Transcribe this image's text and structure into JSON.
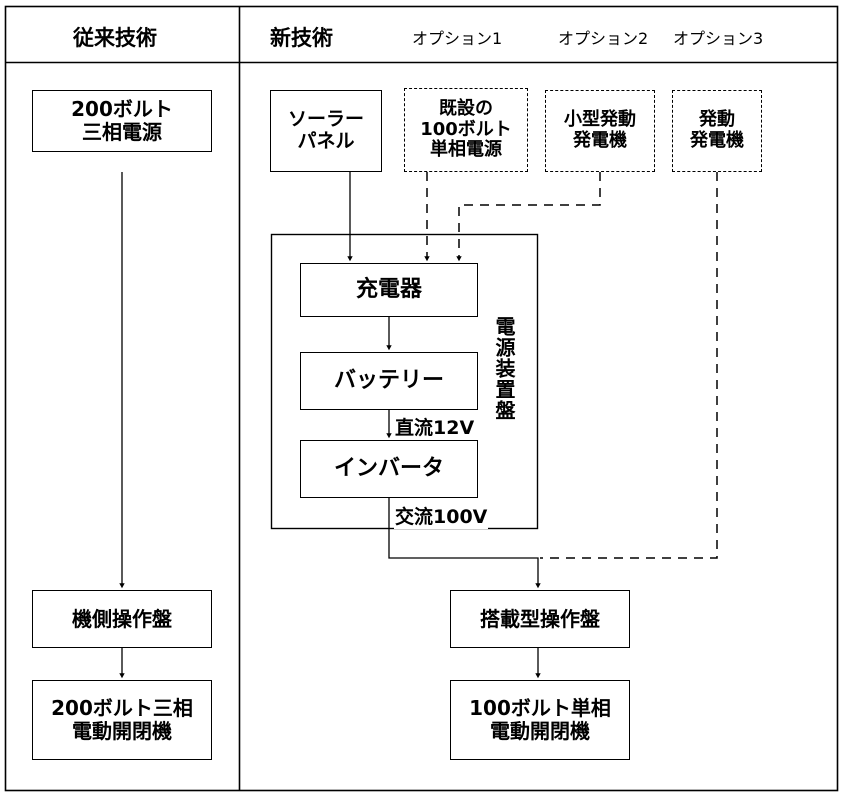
{
  "diagram": {
    "title_columns": {
      "legacy": "従来技術",
      "new": "新技術",
      "option1": "オプション1",
      "option2": "オプション2",
      "option3": "オプション3"
    },
    "legacy_nodes": [
      {
        "id": "power200",
        "label": "200ボルト\n三相電源",
        "style": "solid"
      },
      {
        "id": "machine-panel",
        "label": "機側操作盤",
        "style": "solid"
      },
      {
        "id": "switch200",
        "label": "200ボルト三相\n電動開閉機",
        "style": "solid"
      }
    ],
    "new_nodes": [
      {
        "id": "solar-panel",
        "label": "ソーラー\nパネル",
        "style": "solid"
      },
      {
        "id": "existing-100v",
        "label": "既設の\n100ボルト\n単相電源",
        "style": "dashed"
      },
      {
        "id": "small-generator",
        "label": "小型発動\n発電機",
        "style": "dashed"
      },
      {
        "id": "generator",
        "label": "発動\n発電機",
        "style": "dashed"
      },
      {
        "id": "charger",
        "label": "充電器",
        "style": "solid"
      },
      {
        "id": "battery",
        "label": "バッテリー",
        "style": "solid"
      },
      {
        "id": "inverter",
        "label": "インバータ",
        "style": "solid"
      },
      {
        "id": "onboard-panel",
        "label": "搭載型操作盤",
        "style": "solid"
      },
      {
        "id": "switch100",
        "label": "100ボルト単相\n電動開閉機",
        "style": "solid"
      }
    ],
    "enclosure_label": "電源装置盤",
    "edge_labels": {
      "dc": "直流12V",
      "ac": "交流100V"
    },
    "colors": {
      "line": "#000000",
      "background": "#ffffff"
    }
  }
}
